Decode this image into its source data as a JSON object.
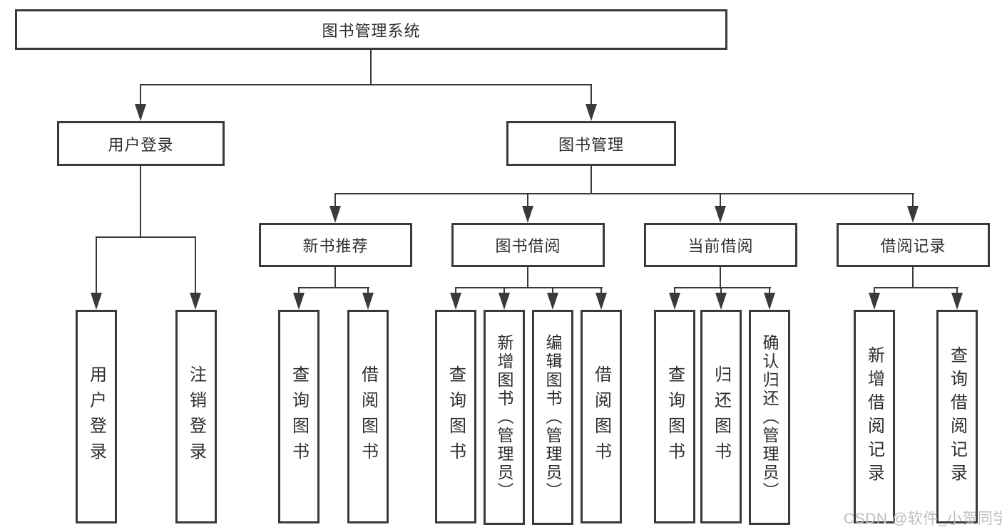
{
  "colors": {
    "line": "#3a3a3a",
    "text": "#2d2d2d",
    "background": "#ffffff",
    "watermark": "#bdbdbd"
  },
  "watermark": "CSDN @软件_小贺同学",
  "tree": {
    "label": "图书管理系统",
    "children": [
      {
        "label": "用户登录",
        "children": [
          {
            "label": "用户登录"
          },
          {
            "label": "注销登录"
          }
        ]
      },
      {
        "label": "图书管理",
        "children": [
          {
            "label": "新书推荐",
            "children": [
              {
                "label": "查询图书"
              },
              {
                "label": "借阅图书"
              }
            ]
          },
          {
            "label": "图书借阅",
            "children": [
              {
                "label": "查询图书"
              },
              {
                "label": "新增图书（管理员）"
              },
              {
                "label": "编辑图书（管理员）"
              },
              {
                "label": "借阅图书"
              }
            ]
          },
          {
            "label": "当前借阅",
            "children": [
              {
                "label": "查询图书"
              },
              {
                "label": "归还图书"
              },
              {
                "label": "确认归还（管理员）"
              }
            ]
          },
          {
            "label": "借阅记录",
            "children": [
              {
                "label": "新增借阅记录"
              },
              {
                "label": "查询借阅记录"
              }
            ]
          }
        ]
      }
    ]
  }
}
